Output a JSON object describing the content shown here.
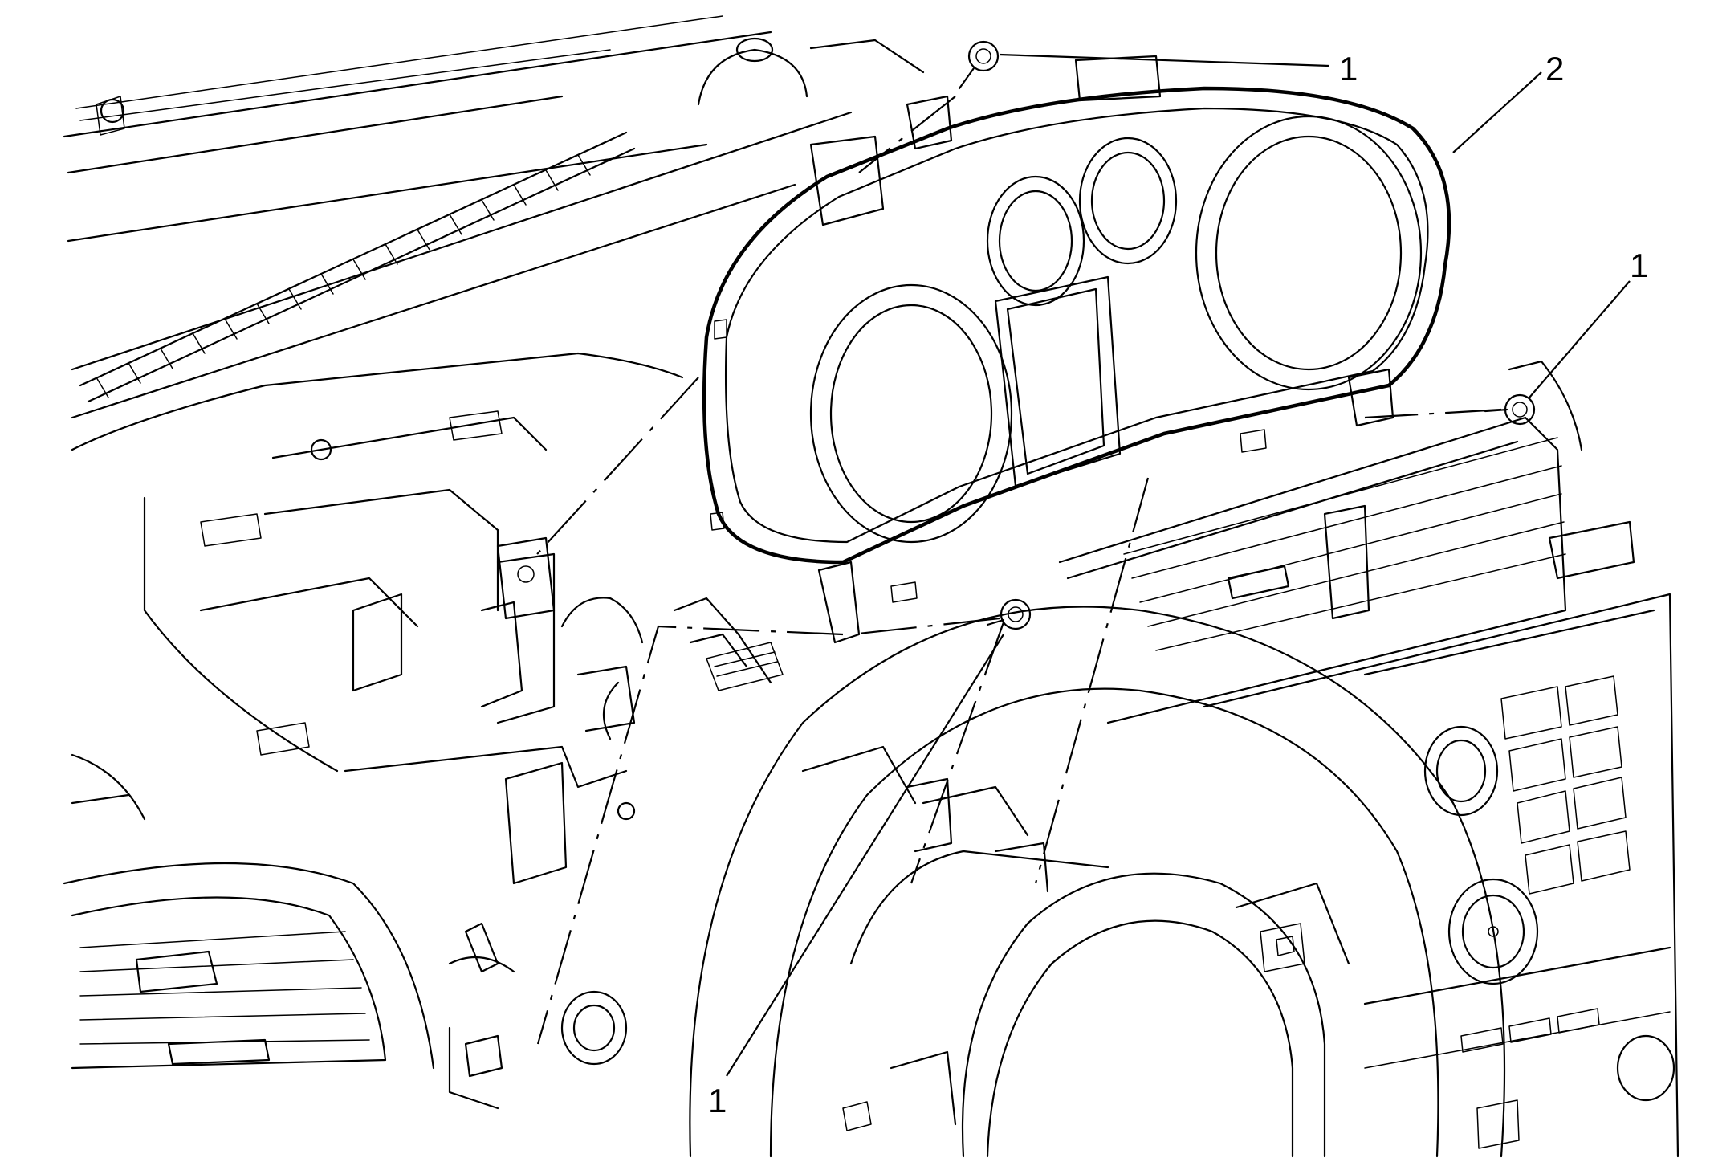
{
  "callouts": [
    {
      "id": "c1",
      "text": "1",
      "meaning": "fastener"
    },
    {
      "id": "c2",
      "text": "2",
      "meaning": "instrument-cluster"
    },
    {
      "id": "c3",
      "text": "1",
      "meaning": "fastener"
    },
    {
      "id": "c4",
      "text": "1",
      "meaning": "fastener"
    }
  ],
  "colors": {
    "line": "#000000",
    "background": "#ffffff"
  }
}
